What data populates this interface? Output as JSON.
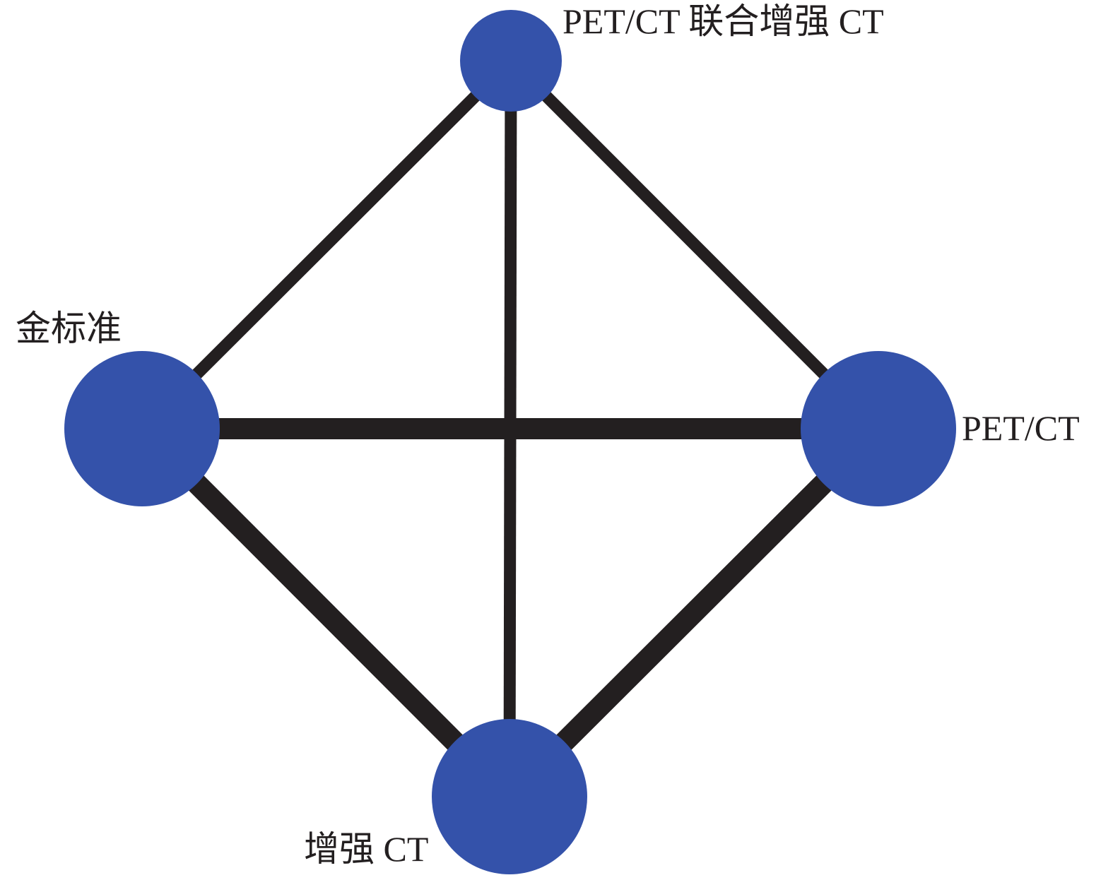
{
  "network": {
    "colors": {
      "node": "#3452aa",
      "edge": "#231f20",
      "label": "#231f20"
    },
    "nodes": [
      {
        "id": "pet_ct_combined",
        "label": "PET/CT 联合增强 CT",
        "size": "small"
      },
      {
        "id": "gold_standard",
        "label": "金标准",
        "size": "large"
      },
      {
        "id": "pet_ct",
        "label": "PET/CT",
        "size": "large"
      },
      {
        "id": "enhanced_ct",
        "label": "增强 CT",
        "size": "large"
      }
    ],
    "edges": [
      {
        "from": "pet_ct_combined",
        "to": "gold_standard",
        "weight": "thin"
      },
      {
        "from": "pet_ct_combined",
        "to": "pet_ct",
        "weight": "thin"
      },
      {
        "from": "pet_ct_combined",
        "to": "enhanced_ct",
        "weight": "thin"
      },
      {
        "from": "gold_standard",
        "to": "pet_ct",
        "weight": "thick"
      },
      {
        "from": "gold_standard",
        "to": "enhanced_ct",
        "weight": "thick"
      },
      {
        "from": "pet_ct",
        "to": "enhanced_ct",
        "weight": "thick"
      }
    ]
  }
}
